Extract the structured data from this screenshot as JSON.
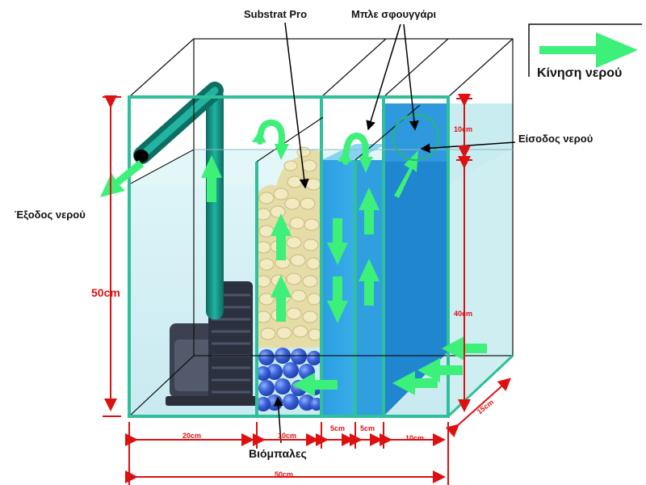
{
  "labels": {
    "substrat": "Substrat Pro",
    "sponge": "Μπλε σφουγγάρι",
    "water_flow": "Κίνηση νερού",
    "water_inlet": "Είσοδος νερού",
    "water_outlet": "Έξοδος νερού",
    "bioballs": "Βιόμπαλες"
  },
  "dimensions": {
    "height_total": "50cm",
    "height_top": "10cm",
    "height_main": "40cm",
    "width_1": "20cm",
    "width_2": "10cm",
    "width_3": "5cm",
    "width_4": "5cm",
    "width_5": "10cm",
    "width_total": "50cm",
    "depth": "15cm"
  },
  "colors": {
    "frame": "#222222",
    "glass_edge": "#2fbf9a",
    "water": "#cdeef3",
    "sponge": "#2a9de0",
    "sponge_dark": "#1f7fc0",
    "substrate": "#e8dfb0",
    "bioballs": "#2f56d0",
    "flow_arrow": "#3cf07a",
    "pipe": "#14907f",
    "pump": "#3b4150",
    "dimension": "#dd1111"
  }
}
